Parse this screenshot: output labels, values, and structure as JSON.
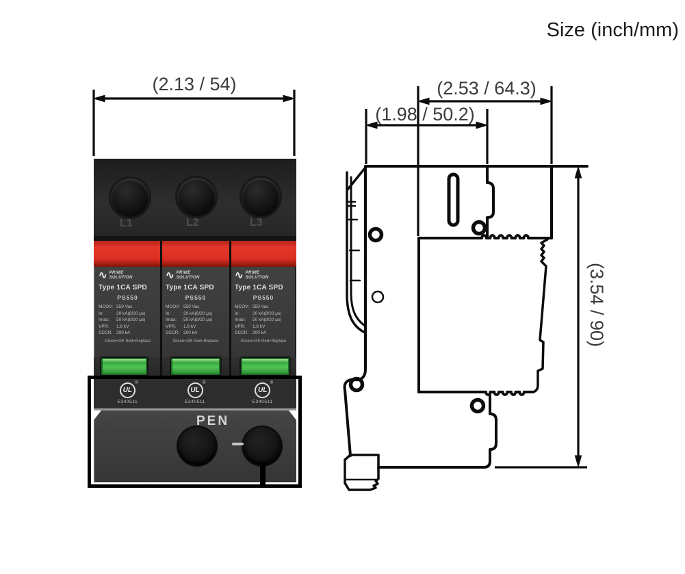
{
  "page_title": "Size (inch/mm)",
  "dimensions": {
    "front_width": "(2.13 / 54)",
    "side_total_depth": "(2.53 / 64.3)",
    "side_base_depth": "(1.98 / 50.2)",
    "side_height": "(3.54 / 90)"
  },
  "icons": {
    "brand_wave": "∿"
  },
  "front_view": {
    "terminal_labels": [
      "L1",
      "L2",
      "L3"
    ],
    "pen_label": "PEN",
    "modules": [
      {
        "brand_line1": "PRIME",
        "brand_line2": "SOLUTION",
        "type_label": "Type 1CA SPD",
        "model": "PS550",
        "specs": [
          {
            "k": "MCOV:",
            "v": "550 Vac"
          },
          {
            "k": "In:",
            "v": "20 kA(8/20 μs)"
          },
          {
            "k": "Imax:",
            "v": "50 kA(8/20 μs)"
          },
          {
            "k": "VPR:",
            "v": "1.8 kV"
          },
          {
            "k": "SCCR:",
            "v": "200 kA"
          }
        ],
        "status_line": "Green=OK  Red=Replace",
        "ul_letters": "UL",
        "ul_reg": "®",
        "ul_number": "E340511"
      },
      {
        "brand_line1": "PRIME",
        "brand_line2": "SOLUTION",
        "type_label": "Type 1CA SPD",
        "model": "PS550",
        "specs": [
          {
            "k": "MCOV:",
            "v": "550 Vac"
          },
          {
            "k": "In:",
            "v": "20 kA(8/20 μs)"
          },
          {
            "k": "Imax:",
            "v": "50 kA(8/20 μs)"
          },
          {
            "k": "VPR:",
            "v": "1.8 kV"
          },
          {
            "k": "SCCR:",
            "v": "200 kA"
          }
        ],
        "status_line": "Green=OK  Red=Replace",
        "ul_letters": "UL",
        "ul_reg": "®",
        "ul_number": "E340511"
      },
      {
        "brand_line1": "PRIME",
        "brand_line2": "SOLUTION",
        "type_label": "Type 1CA SPD",
        "model": "PS550",
        "specs": [
          {
            "k": "MCOV:",
            "v": "550 Vac"
          },
          {
            "k": "In:",
            "v": "20 kA(8/20 μs)"
          },
          {
            "k": "Imax:",
            "v": "50 kA(8/20 μs)"
          },
          {
            "k": "VPR:",
            "v": "1.8 kV"
          },
          {
            "k": "SCCR:",
            "v": "200 kA"
          }
        ],
        "status_line": "Green=OK  Red=Replace",
        "ul_letters": "UL",
        "ul_reg": "®",
        "ul_number": "E340511"
      }
    ]
  },
  "colors": {
    "red_band": "#da2f22",
    "green_indicator": "#45b549",
    "body_dark": "#262626",
    "body_mid": "#3a3a3a",
    "line_color": "#0c0c0c",
    "dim_text": "#3c3c3c"
  }
}
